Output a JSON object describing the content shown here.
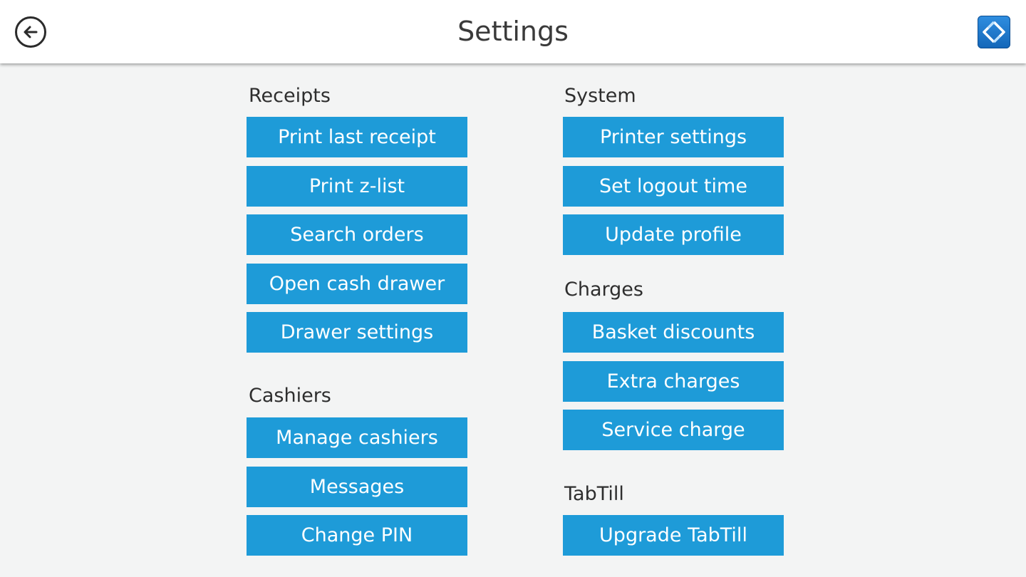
{
  "header": {
    "title": "Settings"
  },
  "receipts": {
    "title": "Receipts",
    "buttons": [
      "Print last receipt",
      "Print z-list",
      "Search orders",
      "Open cash drawer",
      "Drawer settings"
    ]
  },
  "cashiers": {
    "title": "Cashiers",
    "buttons": [
      "Manage cashiers",
      "Messages",
      "Change PIN"
    ]
  },
  "system": {
    "title": "System",
    "buttons": [
      "Printer settings",
      "Set logout time",
      "Update profile"
    ]
  },
  "charges": {
    "title": "Charges",
    "buttons": [
      "Basket discounts",
      "Extra charges",
      "Service charge"
    ]
  },
  "tabtill": {
    "title": "TabTill",
    "buttons": [
      "Upgrade TabTill"
    ]
  },
  "colors": {
    "button_bg": "#1e9bd8",
    "page_bg": "#f3f4f4",
    "header_bg": "#ffffff"
  },
  "icons": {
    "back": "arrow-left-circle-icon",
    "logo": "tabtill-logo-icon"
  }
}
